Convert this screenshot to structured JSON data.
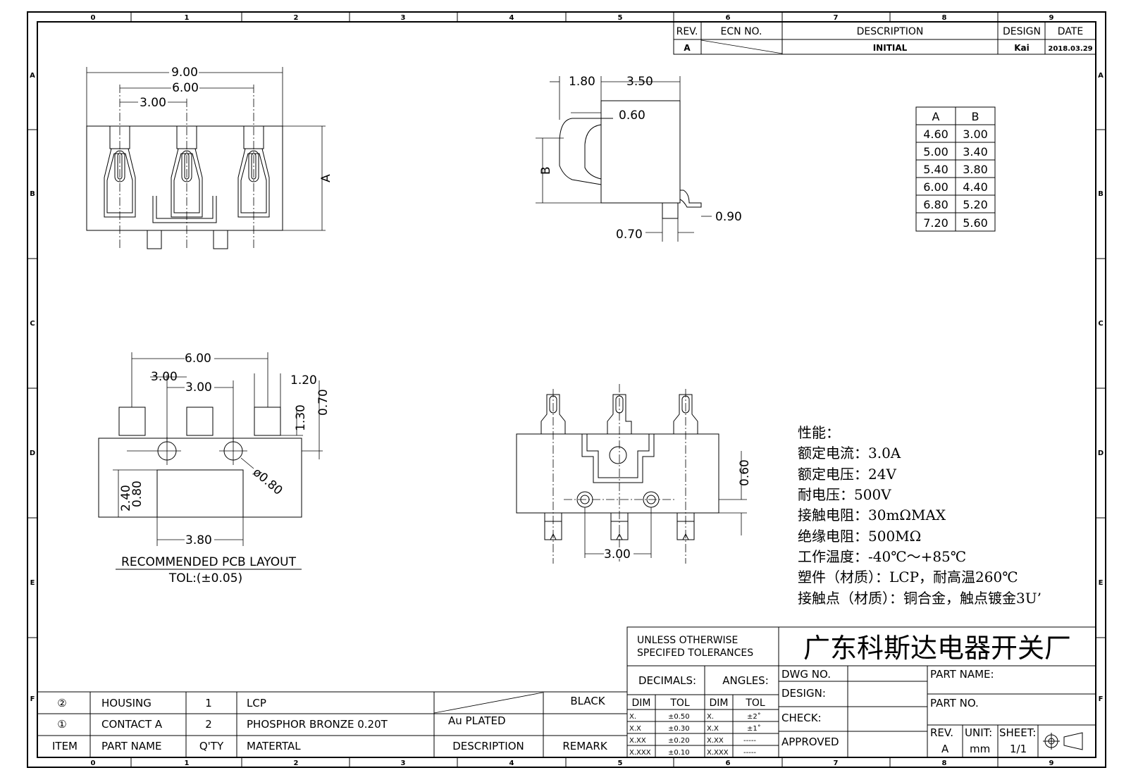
{
  "border": {
    "col_labels": [
      "0",
      "1",
      "2",
      "3",
      "4",
      "5",
      "6",
      "7",
      "8",
      "9"
    ],
    "row_labels": [
      "A",
      "B",
      "C",
      "D",
      "E",
      "F"
    ]
  },
  "revision": {
    "headers": {
      "rev": "REV.",
      "ecn": "ECN NO.",
      "description": "DESCRIPTION",
      "design": "DESIGN",
      "date": "DATE"
    },
    "row": {
      "rev": "A",
      "description": "INITIAL",
      "design": "Kai",
      "date": "2018.03.29"
    }
  },
  "dims": {
    "top_left": {
      "w900": "9.00",
      "w600": "6.00",
      "w300": "3.00",
      "a": "A"
    },
    "side": {
      "d180": "1.80",
      "d350": "3.50",
      "d060": "0.60",
      "b": "B",
      "d090": "0.90",
      "d070": "0.70"
    },
    "pcb": {
      "d600": "6.00",
      "d300a": "3.00",
      "d300b": "3.00",
      "d120": "1.20",
      "d130": "1.30",
      "d070": "0.70",
      "phi": "ø0.80",
      "d240": "2.40",
      "d080": "0.80",
      "d380": "3.80"
    },
    "bottom": {
      "d060": "0.60",
      "d300": "3.00"
    }
  },
  "ab_table": {
    "headers": [
      "A",
      "B"
    ],
    "rows": [
      [
        "4.60",
        "3.00"
      ],
      [
        "5.00",
        "3.40"
      ],
      [
        "5.40",
        "3.80"
      ],
      [
        "6.00",
        "4.40"
      ],
      [
        "6.80",
        "5.20"
      ],
      [
        "7.20",
        "5.60"
      ]
    ]
  },
  "pcb_caption": {
    "title": "RECOMMENDED PCB LAYOUT",
    "tol": "TOL:(±0.05)"
  },
  "specs": [
    "性能：",
    "额定电流：3.0A",
    "额定电压：24V",
    "耐电压：500V",
    "接触电阻：30mΩMAX",
    "绝缘电阻：500MΩ",
    "工作温度：-40℃～+85℃",
    "塑件（材质）：LCP，耐高温260℃",
    "接触点（材质）：铜合金，触点镀金3U’"
  ],
  "bom": {
    "rows": [
      {
        "item": "②",
        "name": "HOUSING",
        "qty": "1",
        "material": "LCP",
        "desc": "",
        "remark": "BLACK"
      },
      {
        "item": "①",
        "name": "CONTACT A",
        "qty": "2",
        "material": "PHOSPHOR BRONZE 0.20T",
        "desc": "Au PLATED",
        "remark": ""
      }
    ],
    "header": {
      "item": "ITEM",
      "name": "PART NAME",
      "qty": "Q'TY",
      "material": "MATERTAL",
      "desc": "DESCRIPTION",
      "remark": "REMARK"
    }
  },
  "title_block": {
    "tolerance_note_1": "UNLESS OTHERWISE",
    "tolerance_note_2": "SPECIFED TOLERANCES",
    "company": "广东科斯达电器开关厂",
    "decimals": "DECIMALS:",
    "angles": "ANGLES:",
    "dim": "DIM",
    "tol": "TOL",
    "dec_rows": [
      [
        "X.",
        "±0.50"
      ],
      [
        "X.X",
        "±0.30"
      ],
      [
        "X.XX",
        "±0.20"
      ],
      [
        "X.XXX",
        "±0.10"
      ]
    ],
    "ang_rows": [
      [
        "X.",
        "±2˚"
      ],
      [
        "X.X",
        "±1˚"
      ],
      [
        "X.XX",
        "-----"
      ],
      [
        "X.XXX",
        "-----"
      ]
    ],
    "dwg_no": "DWG NO.",
    "design": "DESIGN:",
    "check": "CHECK:",
    "approved": "APPROVED",
    "part_name": "PART NAME:",
    "part_no": "PART NO.",
    "rev_label": "REV.",
    "rev_value": "A",
    "unit_label": "UNIT:",
    "unit_value": "mm",
    "sheet_label": "SHEET:",
    "sheet_value": "1/1"
  }
}
